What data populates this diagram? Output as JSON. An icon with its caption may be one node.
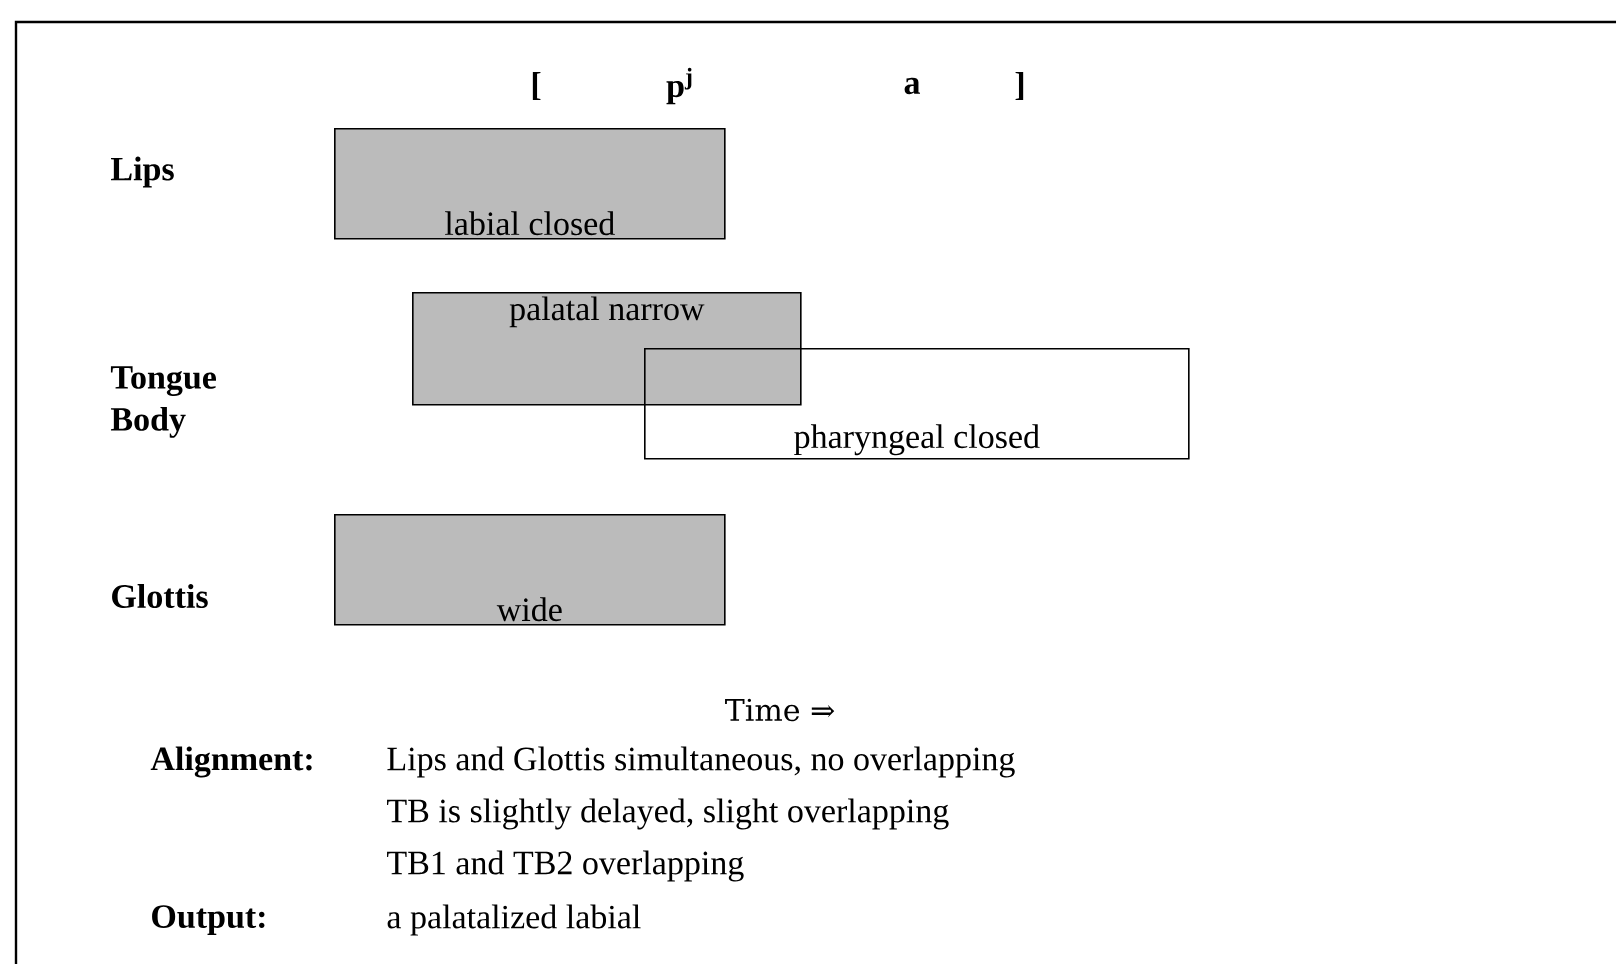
{
  "diagram": {
    "nodes": [
      {
        "text": [
          "labial closed"
        ]
      },
      {
        "text": [
          "palatal narrow"
        ]
      },
      {
        "text": [
          "pharyngeal closed"
        ]
      },
      {
        "text": [
          "wide"
        ]
      }
    ],
    "labels": [
      "[",
      "p$^{j}$",
      "a",
      "]",
      "Lips",
      "Tongue Body",
      "Glottis",
      "Time ⇒",
      "Alignment:",
      "Lips and Glottis simultaneous, no overlapping",
      "TB is slightly delayed, slight overlapping",
      "TB1 and TB2 overlapping",
      "Output:",
      "a palatalized labial"
    ]
  }
}
